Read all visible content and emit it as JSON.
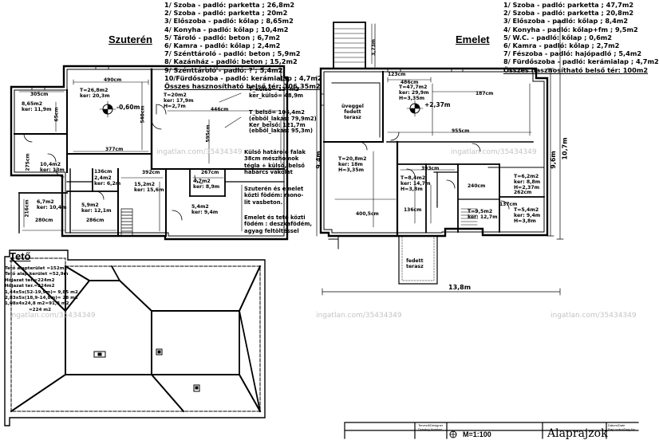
{
  "basement": {
    "title": "Szuterén",
    "legend": [
      "1/ Szoba - padló: parketta ; 26,8m2",
      "2/ Szoba - padló: parketta ; 20m2",
      "3/ Előszoba - padló: kőlap ; 8,65m2",
      "4/ Konyha - padló: kőlap ; 10,4m2",
      "5/ Tároló - padló: beton ; 6,7m2",
      "6/ Kamra - padló: kőlap ; 2,4m2",
      "7/ Szénttároló - padló: beton ; 5,9m2",
      "8/ Kazánház - padló: beton ; 15,2m2",
      "9/ Szénttároló - padló: ? ; 5,4m2",
      "10/Fürdőszoba - padló: kerámialap ; 4,7m2"
    ],
    "legend_total": "Összes hasznosítható belső tér: 106,35m2",
    "rooms": {
      "r1": "T=26,8m2\nker: 20,3m",
      "r1_level": "-0,60m",
      "r2": "T=20m2\nker: 17,9m\nH=2,7m",
      "r3": "8,65m2\nker: 11,9m",
      "r4": "10,4m2\nker: 13m",
      "r5": "6,7m2\nker: 10,4m",
      "r6": "2,4m2\nker: 6,2m",
      "r7": "5,9m2\nker: 12,1m",
      "r8": "15,2m2\nker: 15,6m",
      "r9": "5,4m2\nker: 9,4m",
      "r10": "4,7m2\nker: 8,9m"
    },
    "areas": {
      "outer": "T_külső= 137m2\nker_külső= 48,9m",
      "inner": "T_belső= 106,4m2\n(ebből_lakás: 79,9m2)\nKer_belső: 121,7m\n(ebből_lakás: 95,3m)"
    },
    "notes": [
      "Külső határoló falak\n38cm mészhomok\ntégla + külső, belső\nhabarcs vakolat",
      "Szuterén és emelet\nközti födém: mono-\nlit vasbeton.",
      "Emelet és tető közti\nfödém : deszkafödém,\nagyag feltöltéssel"
    ],
    "dims": [
      "490cm",
      "305cm",
      "446cm",
      "377cm",
      "392cm",
      "267cm",
      "286cm",
      "280cm",
      "216cm",
      "595cm",
      "540cm",
      "65cm",
      "275cm",
      "136cm"
    ]
  },
  "upper": {
    "title": "Emelet",
    "legend": [
      "1/ Szoba - padló: parketta ; 47,7m2",
      "2/ Szoba - padló: parketta ; 20,8m2",
      "3/ Előszoba - padló: kőlap ; 8,4m2",
      "4/ Konyha - padló: kőlap+fm ; 9,5m2",
      "5/ W.C. - padló: kőlap ; 0,6m2",
      "6/ Kamra - padló: kőlap ; 2,7m2",
      "7/ Fészoba - padló: hajópadló ; 5,4m2",
      "8/ Fürdőszoba - padló: kerámialap ; 4,7m2"
    ],
    "legend_total": "Összes hasznosítható belső tér: 100m2",
    "rooms": {
      "r1": "T=47,7m2\nker: 29,9m\nH=3,35m",
      "r1_level": "+2,37m",
      "r2": "T=20,8m2\nker: 18m\nH=3,35m",
      "terrace_glass": "üveggel\nfedett\nterasz",
      "r3": "T=8,4m2\nker: 14,7m\nH=3,8m",
      "r4": "T=9,5m2\nker: 12,7m",
      "r6": "T=6,2m2\nker: 8,8m\nH=2,37m",
      "r7": "T=5,4m2\nker: 9,4m\nH=3,8m",
      "terrace": "fedett\nterasz"
    },
    "dims": [
      "486cm",
      "123cm",
      "187cm",
      "955cm",
      "400,5cm",
      "393cm",
      "262cm",
      "240cm",
      "137cm",
      "136cm",
      "3,73m"
    ],
    "overall": {
      "width": "13,8m",
      "height1": "9,6m",
      "height2": "10,7m",
      "left": "9,4m"
    }
  },
  "roof": {
    "title": "Tető",
    "stats": [
      "Tető alapterület =152m2",
      "Tető alap kerület =52,9m",
      "Hőjazat ter.=224m2",
      "Hőjazat ter.=224m2",
      "1,44x5x(52-19,9m)= 9,85 m2",
      "2,83x5x(18,9-14,8m)= 28 m2",
      "1,08x4x24,8 m2=91,8 m2",
      "=224 m2"
    ]
  },
  "watermark": "ingatlan.com/35434349",
  "title_block": {
    "scale": "M=1:100",
    "title": "Alaprajzok",
    "small": [
      "Tervező/Designer",
      "Drawing Number",
      "Dátum/Date",
      "Rajz.szám/Dwg.No."
    ]
  }
}
